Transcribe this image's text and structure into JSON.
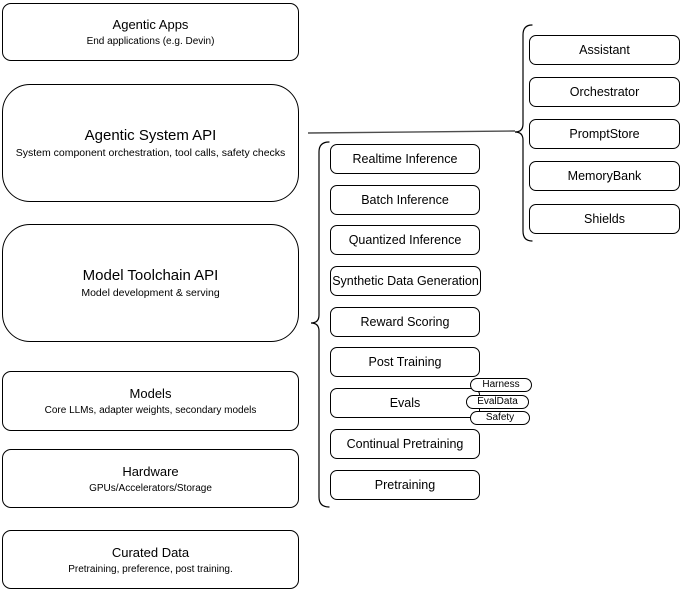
{
  "left_stack": [
    {
      "title": "Agentic Apps",
      "subtitle": "End applications (e.g. Devin)"
    },
    {
      "title": "Agentic System API",
      "subtitle": "System component orchestration, tool calls, safety checks"
    },
    {
      "title": "Model Toolchain API",
      "subtitle": "Model development & serving"
    },
    {
      "title": "Models",
      "subtitle": "Core LLMs, adapter weights, secondary models"
    },
    {
      "title": "Hardware",
      "subtitle": "GPUs/Accelerators/Storage"
    },
    {
      "title": "Curated Data",
      "subtitle": "Pretraining, preference, post training."
    }
  ],
  "toolchain_items": [
    "Realtime Inference",
    "Batch Inference",
    "Quantized Inference",
    "Synthetic Data Generation",
    "Reward Scoring",
    "Post Training",
    "Evals",
    "Continual Pretraining",
    "Pretraining"
  ],
  "system_components": [
    "Assistant",
    "Orchestrator",
    "PromptStore",
    "MemoryBank",
    "Shields"
  ],
  "eval_tags": [
    "Harness",
    "EvalData",
    "Safety"
  ],
  "colors": {
    "background": "#ffffff",
    "box_fill": "#ffffff",
    "box_border": "#000000",
    "connector": "#4d4d4d"
  }
}
